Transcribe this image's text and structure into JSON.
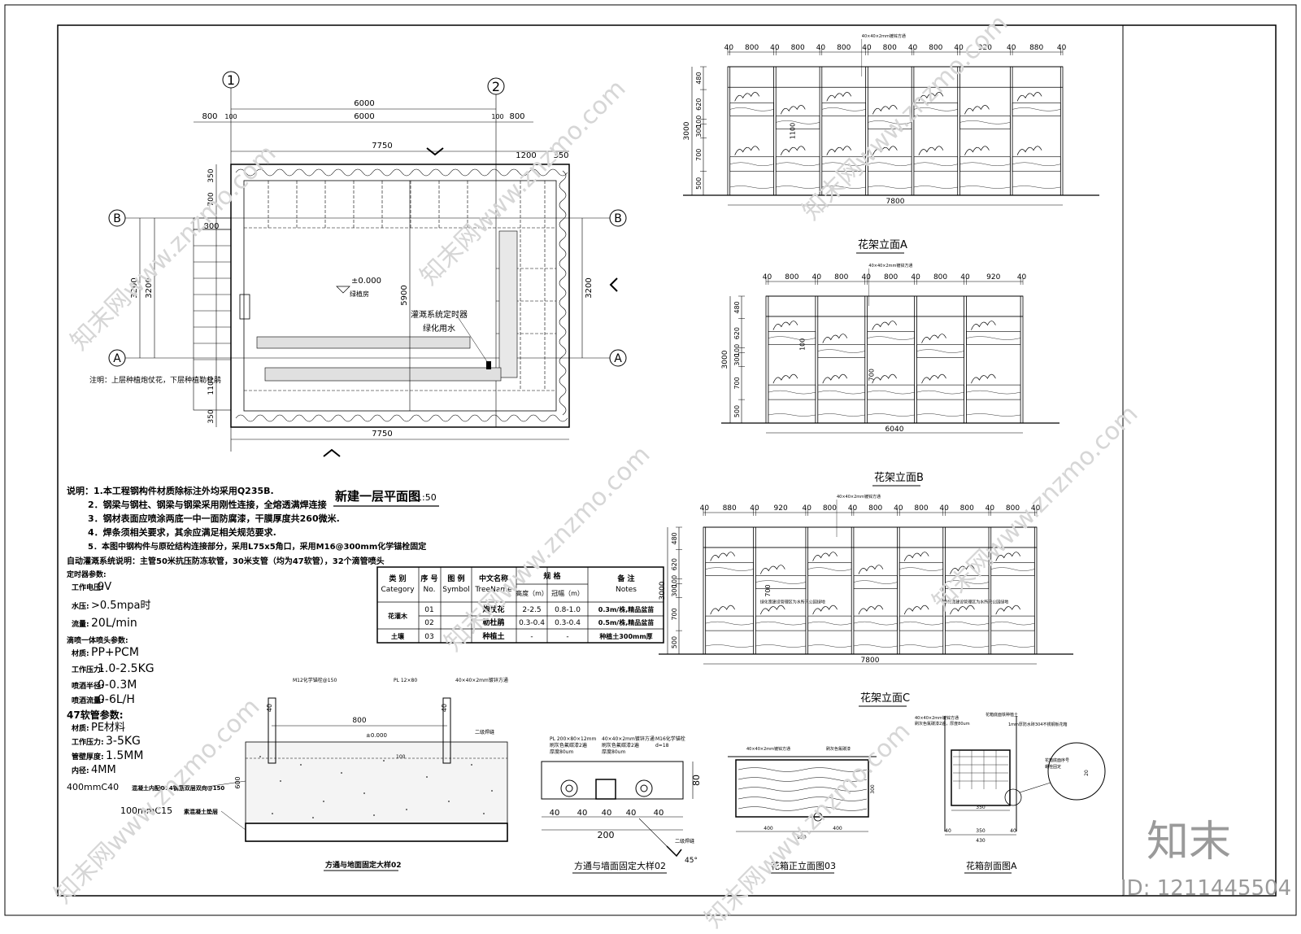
{
  "plan": {
    "title": "新建一层平面图",
    "scale": "1:50",
    "axis_1": "1",
    "axis_2": "2",
    "axis_A": "A",
    "axis_B": "B",
    "dim_top_6000": "6000",
    "dim_800": "800",
    "dim_100": "100",
    "dim_7750": "7750",
    "dim_1200": "1200",
    "dim_350": "350",
    "dim_700": "700",
    "dim_3200": "3200",
    "dim_5900": "5900",
    "dim_1100": "1100",
    "elevation": "±0.000",
    "room_label": "绿植房",
    "label_timer": "灌溉系统定时器",
    "label_water": "绿化用水",
    "note": "注明：上层种植炮仗花，下层种植勒杜鹃"
  },
  "notes": {
    "lines": [
      "说明：1.本工程钢构件材质除标注外均采用Q235B.",
      "2．钢梁与钢柱、钢梁与钢梁采用刚性连接，全熔透满焊连接",
      "3．钢材表面应喷涂两底一中一面防腐漆，干膜厚度共260微米.",
      "4．焊条须相关要求，其余应满足相关规范要求.",
      "5．本图中钢构件与原砼结构连接部分，采用L75x5角口，采用M16@300mm化学锚栓固定"
    ],
    "irrigation": "自动灌溉系统说明：主管50米抗压防冻软管，30米支管（均为47软管），32个滴管喷头",
    "timer_title": "定时器参数:",
    "timer_voltage_label": "工作电压:",
    "timer_voltage": "9V",
    "timer_pressure_label": "水压:",
    "timer_pressure": ">0.5mpa时",
    "timer_flow_label": "流量:",
    "timer_flow": "20L/min",
    "nozzle_title": "滴喷一体喷头参数:",
    "nozzle_material_label": "材质:",
    "nozzle_material": "PP+PCM",
    "nozzle_pressure_label": "工作压力:",
    "nozzle_pressure": "1.0-2.5KG",
    "nozzle_range_label": "喷酒半径:",
    "nozzle_range": "0-0.3M",
    "nozzle_flow_label": "喷酒流量:",
    "nozzle_flow": "0-6L/H",
    "hose_title": "47软管参数:",
    "hose_material_label": "材质:",
    "hose_material": "PE材料",
    "hose_pressure_label": "工作压力:",
    "hose_pressure": "3-5KG",
    "hose_wall_label": "管壁厚度:",
    "hose_wall": "1.5MM",
    "hose_inner_label": "内径:",
    "hose_inner": "4MM"
  },
  "table": {
    "headers": {
      "category": "类 别",
      "category_en": "Category",
      "no": "序 号",
      "no_en": "No.",
      "symbol": "图 例",
      "symbol_en": "Symbol",
      "name": "中文名称",
      "name_en": "TreeName",
      "spec": "规 格",
      "height": "高度（m）",
      "width": "冠幅（m）",
      "notes": "备 注",
      "notes_en": "Notes"
    },
    "group_1": "花灌木",
    "group_2": "土壤",
    "rows": [
      {
        "no": "01",
        "name": "炮仗花",
        "height": "2-2.5",
        "width": "0.8-1.0",
        "note": "0.3m/株,精品盆苗"
      },
      {
        "no": "02",
        "name": "勒杜鹃",
        "height": "0.3-0.4",
        "width": "0.3-0.4",
        "note": "0.5m/株,精品盆苗"
      },
      {
        "no": "03",
        "name": "种植土",
        "height": "-",
        "width": "-",
        "note": "种植土300mm厚"
      }
    ]
  },
  "elev_a": {
    "title": "花架立面A",
    "top_dims": [
      "40",
      "800",
      "40",
      "800",
      "40",
      "800",
      "40",
      "800",
      "40",
      "800",
      "40",
      "920",
      "40",
      "880",
      "40"
    ],
    "side_dims": [
      "480",
      "620",
      "100",
      "300",
      "700",
      "500"
    ],
    "total_h": "3000",
    "mid_dim": "1100",
    "width": "7800",
    "callout": "40×40×2mm镀锌方通"
  },
  "elev_b": {
    "title": "花架立面B",
    "top_dims": [
      "40",
      "800",
      "40",
      "800",
      "40",
      "800",
      "40",
      "800",
      "40",
      "920",
      "40"
    ],
    "side_dims": [
      "480",
      "620",
      "100",
      "300",
      "700",
      "500"
    ],
    "total_h": "3000",
    "mid_dim_1": "100",
    "mid_dim_2": "700",
    "width": "6040",
    "callout": "40×40×2mm镀锌方通"
  },
  "elev_c": {
    "title": "花架立面C",
    "top_dims": [
      "40",
      "880",
      "40",
      "920",
      "40",
      "800",
      "40",
      "800",
      "40",
      "800",
      "40",
      "800",
      "40",
      "800",
      "40"
    ],
    "side_dims": [
      "480",
      "620",
      "100",
      "300",
      "700",
      "500"
    ],
    "total_h": "3000",
    "mid_dim": "700",
    "width": "7800",
    "panel_note": "绿化宽建设管理区为水所只公园绿地",
    "callout": "40×40×2mm镀锌方通"
  },
  "detail_02": {
    "title": "方通与地面固定大样02",
    "label_bolt": "M12化学锚栓@150",
    "label_plate": "PL 12×80",
    "label_tube": "40×40×2mm镀锌方通",
    "label_weld": "二级焊缝",
    "dim_800": "800",
    "dim_40": "40",
    "dim_600": "600",
    "dim_100": "100",
    "elevation": "±0.000",
    "layer_1": "400mmC40",
    "layer_1b": "混凝土内配Ø14钢筋双层双向@150",
    "layer_2": "100mmC15",
    "layer_2b": "素混凝土垫层"
  },
  "detail_wall": {
    "title": "方通与墙面固定大样02",
    "label_plate": "PL 200×80×12mm",
    "label_plate_b": "刷灰色氟碳漆2遍",
    "label_plate_c": "厚度80um",
    "label_tube": "40×40×2mm镀锌方通",
    "label_tube_b": "刷灰色氟碳漆2遍",
    "label_tube_c": "厚度80um",
    "label_bolt": "M16化学锚栓",
    "label_bolt_b": "d=18",
    "dims": [
      "40",
      "40",
      "40",
      "40",
      "40"
    ],
    "dim_200": "200",
    "dim_80": "80",
    "dim_45": "45°",
    "weld": "二级焊缝"
  },
  "box_front": {
    "title": "花箱正立面图03",
    "label_1": "40×40×2mm镀锌方通",
    "label_2": "刷灰色氟碳漆",
    "dims": [
      "400",
      "400"
    ],
    "width": "920",
    "height": "300"
  },
  "box_section": {
    "title": "花箱剖面图A",
    "label_1": "40×40×2mm镀锌方通",
    "label_2": "刷灰色氟碳漆2遍，厚度80um",
    "label_3": "花箱底面铁种植土",
    "label_4": "1mm厚防水砖304不锈钢板花箱",
    "label_5": "花箱底面序号",
    "label_6": "螺栓固定",
    "dim_350": "350",
    "dim_430": "430",
    "dim_40": "40",
    "dim_20": "20"
  },
  "branding": {
    "logo": "知末",
    "id": "ID: 1211445504",
    "watermark": "知末网www.znzmo.com"
  }
}
